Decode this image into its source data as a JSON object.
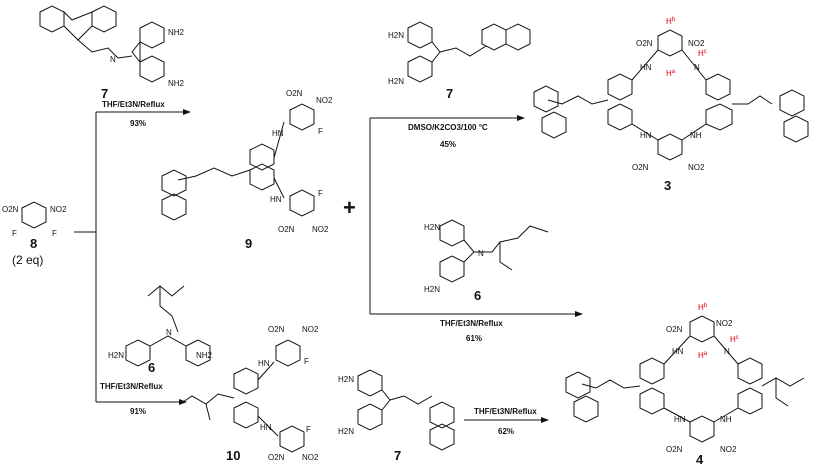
{
  "compounds": {
    "c7_top": {
      "number": "7",
      "nh2_1": "NH2",
      "nh2_2": "NH2"
    },
    "c8": {
      "number": "8",
      "eq": "(2 eq)",
      "no2_1": "O2N",
      "no2_2": "NO2",
      "f1": "F",
      "f2": "F"
    },
    "c9": {
      "number": "9",
      "o2n_1": "O2N",
      "no2_1": "NO2",
      "hn_1": "HN",
      "f_1": "F",
      "hn_2": "HN",
      "f_2": "F",
      "o2n_2": "O2N",
      "no2_2": "NO2"
    },
    "c7_mid": {
      "number": "7",
      "h2n_1": "H2N",
      "h2n_2": "H2N"
    },
    "c3": {
      "number": "3",
      "hb": "H",
      "hb_sup": "b",
      "hc": "H",
      "hc_sup": "c",
      "ha": "H",
      "ha_sup": "a",
      "o2n_1": "O2N",
      "no2_1": "NO2",
      "hn_1": "HN",
      "n_1": "N",
      "hn_2": "HN",
      "nh_2": "NH",
      "o2n_2": "O2N",
      "no2_2": "NO2"
    },
    "c6_left": {
      "number": "6",
      "h2n": "H2N",
      "nh2": "NH2"
    },
    "c6_right": {
      "number": "6",
      "h2n_1": "H2N",
      "h2n_2": "H2N"
    },
    "c10": {
      "number": "10",
      "o2n_1": "O2N",
      "no2_1": "NO2",
      "hn_1": "HN",
      "f_1": "F",
      "hn_2": "HN",
      "f_2": "F",
      "o2n_2": "O2N",
      "no2_2": "NO2"
    },
    "c7_bot": {
      "number": "7",
      "h2n_1": "H2N",
      "h2n_2": "H2N"
    },
    "c4": {
      "number": "4",
      "hb": "H",
      "hb_sup": "b",
      "hc": "H",
      "hc_sup": "c",
      "ha": "H",
      "ha_sup": "a",
      "o2n_1": "O2N",
      "no2_1": "NO2",
      "hn_1": "HN",
      "n_1": "N",
      "hn_2": "HN",
      "nh_2": "NH",
      "o2n_2": "O2N",
      "no2_2": "NO2"
    }
  },
  "arrows": {
    "a_top": {
      "conditions": "THF/Et3N/Reflux",
      "yield": "93%"
    },
    "a_bottom": {
      "conditions": "THF/Et3N/Reflux",
      "yield": "91%"
    },
    "a_to3": {
      "conditions": "DMSO/K2CO3/100 °C",
      "yield": "45%"
    },
    "a_to4_upper": {
      "conditions": "THF/Et3N/Reflux",
      "yield": "61%"
    },
    "a_to4_lower": {
      "conditions": "THF/Et3N/Reflux",
      "yield": "62%"
    }
  },
  "plus": "+"
}
